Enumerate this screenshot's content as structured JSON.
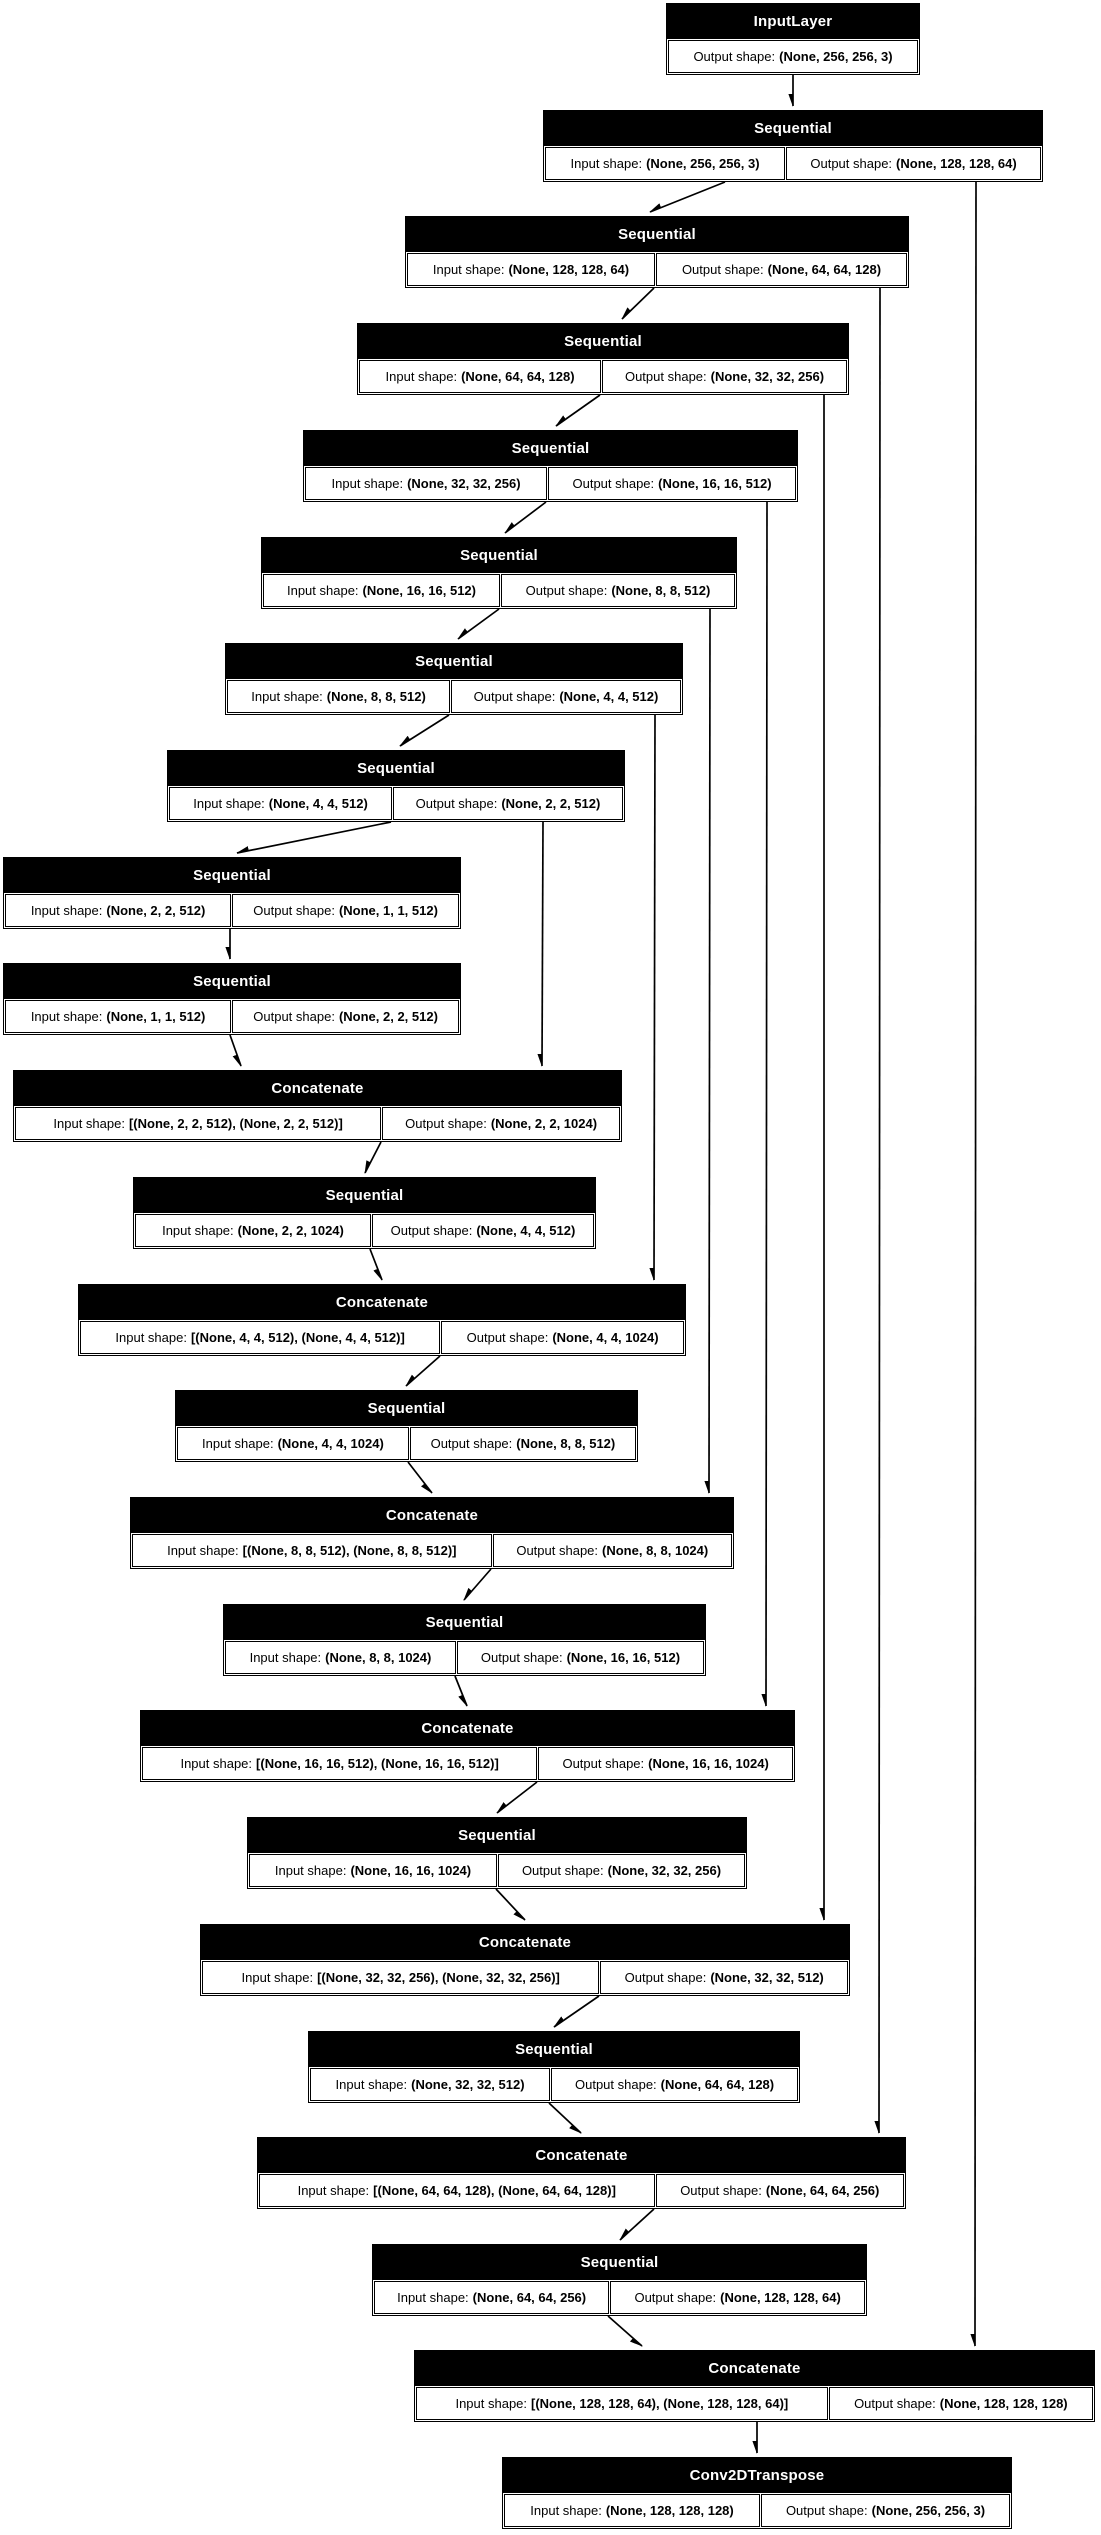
{
  "diagram": {
    "kind": "keras-model-architecture-graph",
    "cell_labels": {
      "input": "Input shape:",
      "output": "Output shape:"
    },
    "colors": {
      "node_bg": "#000000",
      "node_title_text": "#ffffff",
      "cell_bg": "#ffffff",
      "cell_text": "#000000",
      "edge": "#000000",
      "canvas_bg": "#ffffff"
    },
    "nodes": [
      {
        "layer_type": "InputLayer",
        "output_shape": "(None, 256, 256, 3)"
      },
      {
        "layer_type": "Sequential",
        "input_shape": "(None, 256, 256, 3)",
        "output_shape": "(None, 128, 128, 64)"
      },
      {
        "layer_type": "Sequential",
        "input_shape": "(None, 128, 128, 64)",
        "output_shape": "(None, 64, 64, 128)"
      },
      {
        "layer_type": "Sequential",
        "input_shape": "(None, 64, 64, 128)",
        "output_shape": "(None, 32, 32, 256)"
      },
      {
        "layer_type": "Sequential",
        "input_shape": "(None, 32, 32, 256)",
        "output_shape": "(None, 16, 16, 512)"
      },
      {
        "layer_type": "Sequential",
        "input_shape": "(None, 16, 16, 512)",
        "output_shape": "(None, 8, 8, 512)"
      },
      {
        "layer_type": "Sequential",
        "input_shape": "(None, 8, 8, 512)",
        "output_shape": "(None, 4, 4, 512)"
      },
      {
        "layer_type": "Sequential",
        "input_shape": "(None, 4, 4, 512)",
        "output_shape": "(None, 2, 2, 512)"
      },
      {
        "layer_type": "Sequential",
        "input_shape": "(None, 2, 2, 512)",
        "output_shape": "(None, 1, 1, 512)"
      },
      {
        "layer_type": "Sequential",
        "input_shape": "(None, 1, 1, 512)",
        "output_shape": "(None, 2, 2, 512)"
      },
      {
        "layer_type": "Concatenate",
        "input_shape": "[(None, 2, 2, 512), (None, 2, 2, 512)]",
        "output_shape": "(None, 2, 2, 1024)"
      },
      {
        "layer_type": "Sequential",
        "input_shape": "(None, 2, 2, 1024)",
        "output_shape": "(None, 4, 4, 512)"
      },
      {
        "layer_type": "Concatenate",
        "input_shape": "[(None, 4, 4, 512), (None, 4, 4, 512)]",
        "output_shape": "(None, 4, 4, 1024)"
      },
      {
        "layer_type": "Sequential",
        "input_shape": "(None, 4, 4, 1024)",
        "output_shape": "(None, 8, 8, 512)"
      },
      {
        "layer_type": "Concatenate",
        "input_shape": "[(None, 8, 8, 512), (None, 8, 8, 512)]",
        "output_shape": "(None, 8, 8, 1024)"
      },
      {
        "layer_type": "Sequential",
        "input_shape": "(None, 8, 8, 1024)",
        "output_shape": "(None, 16, 16, 512)"
      },
      {
        "layer_type": "Concatenate",
        "input_shape": "[(None, 16, 16, 512), (None, 16, 16, 512)]",
        "output_shape": "(None, 16, 16, 1024)"
      },
      {
        "layer_type": "Sequential",
        "input_shape": "(None, 16, 16, 1024)",
        "output_shape": "(None, 32, 32, 256)"
      },
      {
        "layer_type": "Concatenate",
        "input_shape": "[(None, 32, 32, 256), (None, 32, 32, 256)]",
        "output_shape": "(None, 32, 32, 512)"
      },
      {
        "layer_type": "Sequential",
        "input_shape": "(None, 32, 32, 512)",
        "output_shape": "(None, 64, 64, 128)"
      },
      {
        "layer_type": "Concatenate",
        "input_shape": "[(None, 64, 64, 128), (None, 64, 64, 128)]",
        "output_shape": "(None, 64, 64, 256)"
      },
      {
        "layer_type": "Sequential",
        "input_shape": "(None, 64, 64, 256)",
        "output_shape": "(None, 128, 128, 64)"
      },
      {
        "layer_type": "Concatenate",
        "input_shape": "[(None, 128, 128, 64), (None, 128, 128, 64)]",
        "output_shape": "(None, 128, 128, 128)"
      },
      {
        "layer_type": "Conv2DTranspose",
        "input_shape": "(None, 128, 128, 128)",
        "output_shape": "(None, 256, 256, 3)"
      }
    ],
    "edges": [
      {
        "from": 0,
        "to": 1,
        "kind": "flow"
      },
      {
        "from": 1,
        "to": 2,
        "kind": "flow"
      },
      {
        "from": 2,
        "to": 3,
        "kind": "flow"
      },
      {
        "from": 3,
        "to": 4,
        "kind": "flow"
      },
      {
        "from": 4,
        "to": 5,
        "kind": "flow"
      },
      {
        "from": 5,
        "to": 6,
        "kind": "flow"
      },
      {
        "from": 6,
        "to": 7,
        "kind": "flow"
      },
      {
        "from": 7,
        "to": 8,
        "kind": "flow"
      },
      {
        "from": 8,
        "to": 9,
        "kind": "flow"
      },
      {
        "from": 9,
        "to": 10,
        "kind": "flow"
      },
      {
        "from": 10,
        "to": 11,
        "kind": "flow"
      },
      {
        "from": 11,
        "to": 12,
        "kind": "flow"
      },
      {
        "from": 12,
        "to": 13,
        "kind": "flow"
      },
      {
        "from": 13,
        "to": 14,
        "kind": "flow"
      },
      {
        "from": 14,
        "to": 15,
        "kind": "flow"
      },
      {
        "from": 15,
        "to": 16,
        "kind": "flow"
      },
      {
        "from": 16,
        "to": 17,
        "kind": "flow"
      },
      {
        "from": 17,
        "to": 18,
        "kind": "flow"
      },
      {
        "from": 18,
        "to": 19,
        "kind": "flow"
      },
      {
        "from": 19,
        "to": 20,
        "kind": "flow"
      },
      {
        "from": 20,
        "to": 21,
        "kind": "flow"
      },
      {
        "from": 21,
        "to": 22,
        "kind": "flow"
      },
      {
        "from": 22,
        "to": 23,
        "kind": "flow"
      },
      {
        "from": 7,
        "to": 10,
        "kind": "skip"
      },
      {
        "from": 6,
        "to": 12,
        "kind": "skip"
      },
      {
        "from": 5,
        "to": 14,
        "kind": "skip"
      },
      {
        "from": 4,
        "to": 16,
        "kind": "skip"
      },
      {
        "from": 3,
        "to": 18,
        "kind": "skip"
      },
      {
        "from": 2,
        "to": 20,
        "kind": "skip"
      },
      {
        "from": 1,
        "to": 22,
        "kind": "skip"
      }
    ]
  }
}
